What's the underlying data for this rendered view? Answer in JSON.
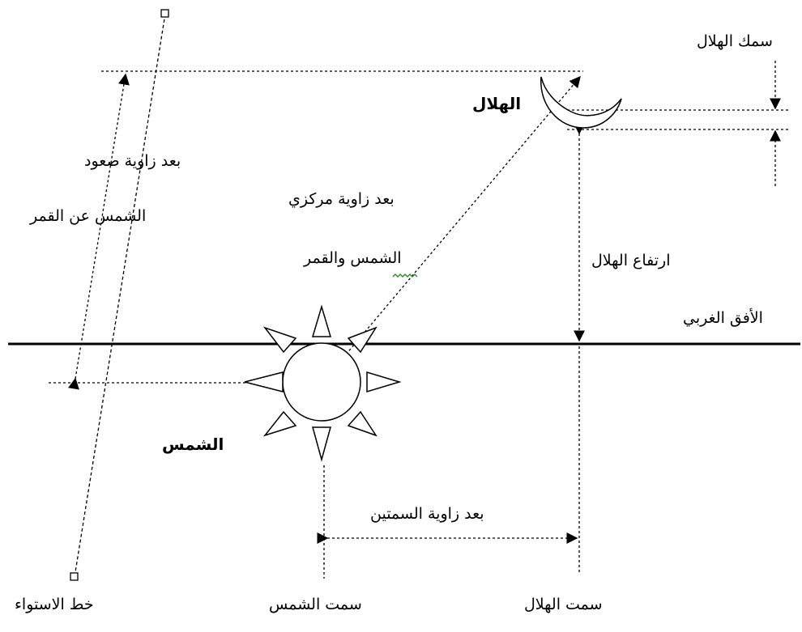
{
  "labels": {
    "crescent_thickness": "سمك الهلال",
    "crescent": "الهلال",
    "ra_distance_line1": "بعد زاوية صعود",
    "ra_distance_line2": "الشمس عن القمر",
    "center_distance_line1": "بعد زاوية مركزي",
    "center_distance_line2": "الشمس والقمر",
    "crescent_altitude": "ارتفاع الهلال",
    "western_horizon": "الأفق الغربي",
    "sun": "الشمس",
    "azimuth_difference": "بعد زاوية السمتين",
    "equator_line": "خط الاستواء",
    "sun_azimuth": "سمت الشمس",
    "crescent_azimuth": "سمت الهلال"
  },
  "colors": {
    "ink": "#000000",
    "background": "#ffffff",
    "spellcheck_squiggle": "#2e8b2e"
  }
}
